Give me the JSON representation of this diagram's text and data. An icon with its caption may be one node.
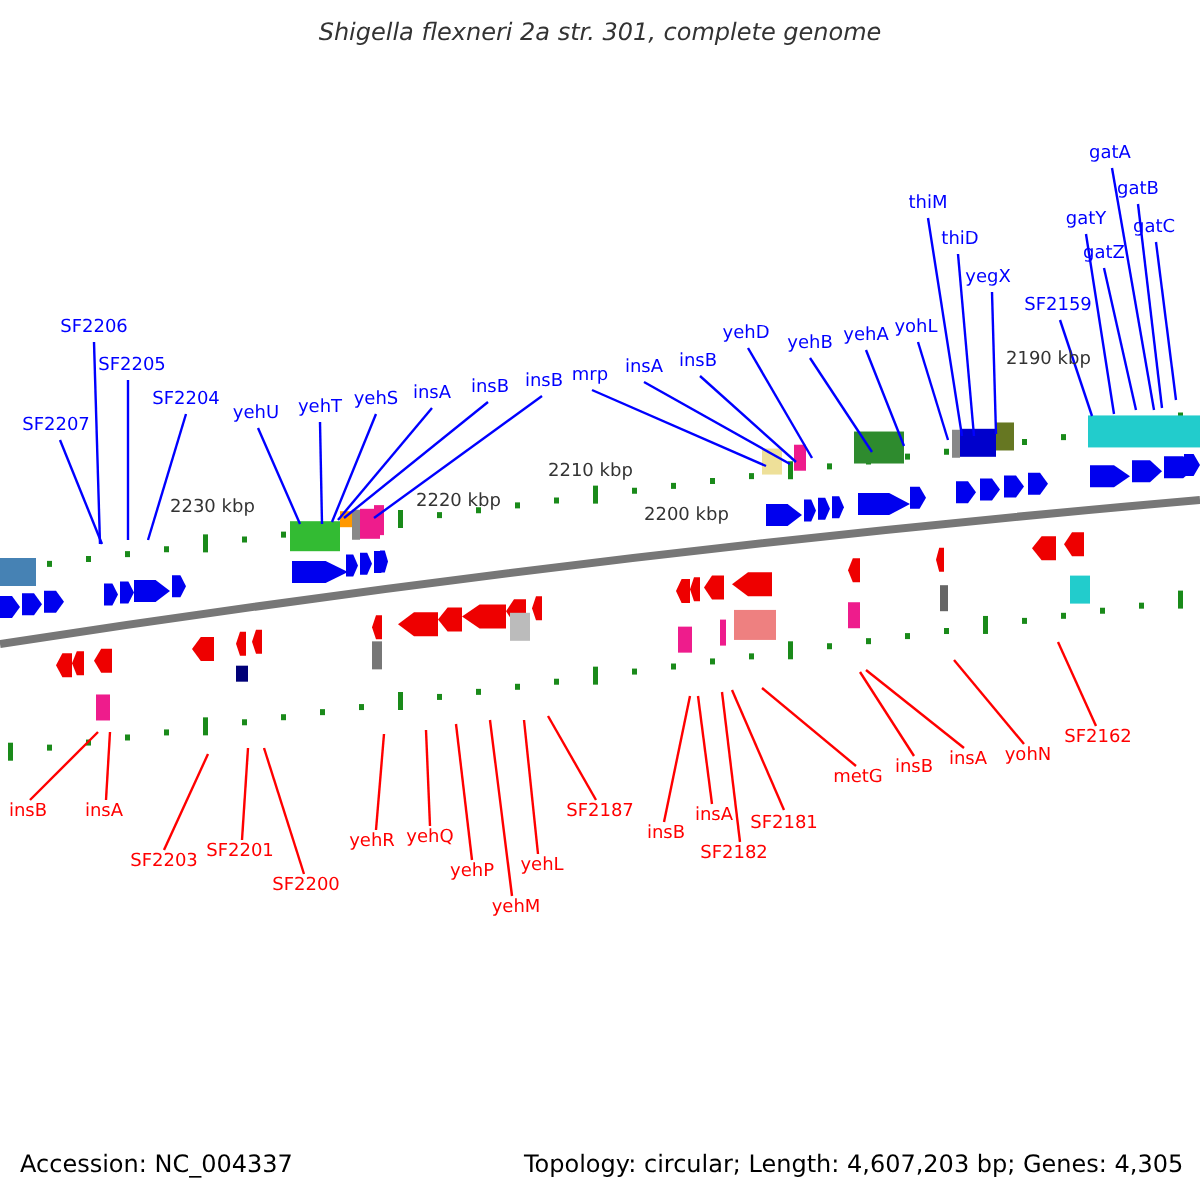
{
  "diagram": {
    "title": "Shigella flexneri 2a str. 301, complete genome",
    "nodes": [
      {
        "text": [
          "SF2206"
        ]
      },
      {
        "text": [
          "SF2205"
        ]
      },
      {
        "text": [
          "SF2207"
        ]
      },
      {
        "text": [
          "SF2204"
        ]
      },
      {
        "text": [
          "yehU"
        ]
      },
      {
        "text": [
          "yehT"
        ]
      },
      {
        "text": [
          "yehS"
        ]
      },
      {
        "text": [
          "insA"
        ]
      },
      {
        "text": [
          "insB"
        ]
      },
      {
        "text": [
          "insB"
        ]
      },
      {
        "text": [
          "mrp"
        ]
      },
      {
        "text": [
          "insA"
        ]
      },
      {
        "text": [
          "insB"
        ]
      },
      {
        "text": [
          "yehD"
        ]
      },
      {
        "text": [
          "yehB"
        ]
      },
      {
        "text": [
          "yehA"
        ]
      },
      {
        "text": [
          "yohL"
        ]
      },
      {
        "text": [
          "thiM"
        ]
      },
      {
        "text": [
          "thiD"
        ]
      },
      {
        "text": [
          "yegX"
        ]
      },
      {
        "text": [
          "SF2159"
        ]
      },
      {
        "text": [
          "gatY"
        ]
      },
      {
        "text": [
          "gatZ"
        ]
      },
      {
        "text": [
          "gatA"
        ]
      },
      {
        "text": [
          "gatB"
        ]
      },
      {
        "text": [
          "gatC"
        ]
      },
      {
        "text": [
          "insB"
        ]
      },
      {
        "text": [
          "insA"
        ]
      },
      {
        "text": [
          "SF2203"
        ]
      },
      {
        "text": [
          "SF2201"
        ]
      },
      {
        "text": [
          "SF2200"
        ]
      },
      {
        "text": [
          "yehR"
        ]
      },
      {
        "text": [
          "yehQ"
        ]
      },
      {
        "text": [
          "yehP"
        ]
      },
      {
        "text": [
          "yehM"
        ]
      },
      {
        "text": [
          "yehL"
        ]
      },
      {
        "text": [
          "SF2187"
        ]
      },
      {
        "text": [
          "insB"
        ]
      },
      {
        "text": [
          "insA"
        ]
      },
      {
        "text": [
          "SF2182"
        ]
      },
      {
        "text": [
          "SF2181"
        ]
      },
      {
        "text": [
          "metG"
        ]
      },
      {
        "text": [
          "insB"
        ]
      },
      {
        "text": [
          "insA"
        ]
      },
      {
        "text": [
          "yohN"
        ]
      },
      {
        "text": [
          "SF2162"
        ]
      }
    ],
    "edges": [
      {
        "from": 0,
        "to": null,
        "arrow": "none"
      },
      {
        "from": 1,
        "to": null,
        "arrow": "none"
      },
      {
        "from": 2,
        "to": null,
        "arrow": "none"
      },
      {
        "from": 3,
        "to": null,
        "arrow": "none"
      },
      {
        "from": 4,
        "to": null,
        "arrow": "none"
      },
      {
        "from": 5,
        "to": null,
        "arrow": "none"
      },
      {
        "from": 6,
        "to": null,
        "arrow": "none"
      },
      {
        "from": 7,
        "to": null,
        "arrow": "none"
      },
      {
        "from": 8,
        "to": null,
        "arrow": "none"
      },
      {
        "from": 9,
        "to": null,
        "arrow": "none"
      },
      {
        "from": 10,
        "to": null,
        "arrow": "none"
      },
      {
        "from": 11,
        "to": null,
        "arrow": "none"
      },
      {
        "from": 12,
        "to": null,
        "arrow": "none"
      },
      {
        "from": 13,
        "to": null,
        "arrow": "none"
      },
      {
        "from": 14,
        "to": null,
        "arrow": "none"
      },
      {
        "from": 15,
        "to": null,
        "arrow": "none"
      },
      {
        "from": 16,
        "to": null,
        "arrow": "none"
      },
      {
        "from": 17,
        "to": null,
        "arrow": "none"
      },
      {
        "from": 18,
        "to": null,
        "arrow": "none"
      },
      {
        "from": 19,
        "to": null,
        "arrow": "none"
      },
      {
        "from": 20,
        "to": null,
        "arrow": "none"
      },
      {
        "from": 21,
        "to": null,
        "arrow": "none"
      },
      {
        "from": 22,
        "to": null,
        "arrow": "none"
      },
      {
        "from": 23,
        "to": null,
        "arrow": "none"
      },
      {
        "from": 24,
        "to": null,
        "arrow": "none"
      },
      {
        "from": 25,
        "to": null,
        "arrow": "none"
      },
      {
        "from": 26,
        "to": null,
        "arrow": "none",
        "color": "#ff0000"
      },
      {
        "from": 27,
        "to": null,
        "arrow": "none",
        "color": "#ff0000"
      },
      {
        "from": 28,
        "to": null,
        "arrow": "none",
        "color": "#ff0000"
      },
      {
        "from": 29,
        "to": null,
        "arrow": "none",
        "color": "#ff0000"
      },
      {
        "from": 30,
        "to": null,
        "arrow": "none",
        "color": "#ff0000"
      },
      {
        "from": 31,
        "to": null,
        "arrow": "none",
        "color": "#ff0000"
      },
      {
        "from": 32,
        "to": null,
        "arrow": "none",
        "color": "#ff0000"
      },
      {
        "from": 33,
        "to": null,
        "arrow": "none",
        "color": "#ff0000"
      },
      {
        "from": 34,
        "to": null,
        "arrow": "none",
        "color": "#ff0000"
      },
      {
        "from": 35,
        "to": null,
        "arrow": "none",
        "color": "#ff0000"
      },
      {
        "from": 36,
        "to": null,
        "arrow": "none",
        "color": "#ff0000"
      },
      {
        "from": 37,
        "to": null,
        "arrow": "none",
        "color": "#ff0000"
      },
      {
        "from": 38,
        "to": null,
        "arrow": "none",
        "color": "#ff0000"
      },
      {
        "from": 39,
        "to": null,
        "arrow": "none",
        "color": "#ff0000"
      },
      {
        "from": 40,
        "to": null,
        "arrow": "none",
        "color": "#ff0000"
      },
      {
        "from": 41,
        "to": null,
        "arrow": "none",
        "color": "#ff0000"
      },
      {
        "from": 42,
        "to": null,
        "arrow": "none",
        "color": "#ff0000"
      },
      {
        "from": 43,
        "to": null,
        "arrow": "none",
        "color": "#ff0000"
      },
      {
        "from": 44,
        "to": null,
        "arrow": "none",
        "color": "#ff0000"
      },
      {
        "from": 45,
        "to": null,
        "arrow": "none",
        "color": "#ff0000"
      }
    ],
    "labels": [
      "2230 kbp",
      "2220 kbp",
      "2210 kbp",
      "2200 kbp",
      "2190 kbp",
      "Accession: NC_004337",
      "Topology: circular; Length: 4,607,203 bp; Genes: 4,305"
    ]
  }
}
